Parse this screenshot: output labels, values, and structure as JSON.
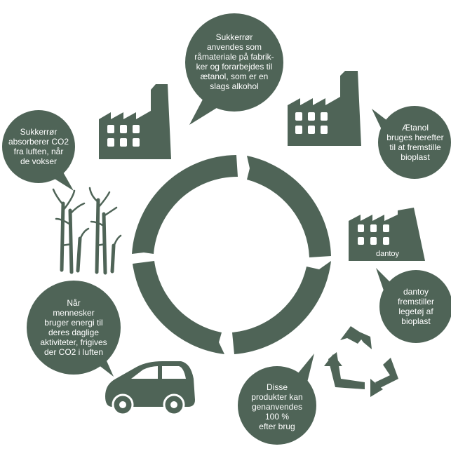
{
  "colors": {
    "primary": "#4f6457",
    "background": "#ffffff"
  },
  "steps": [
    {
      "id": "absorb",
      "lines": [
        "Sukkerrør",
        "absorberer CO2",
        "fra luften, når",
        "de vokser"
      ],
      "icon": "sugarcane-icon"
    },
    {
      "id": "raw-material",
      "lines": [
        "Sukkerrør",
        "anvendes som",
        "råmateriale på fabrik-",
        "ker og forarbejdes til",
        "ætanol, som er en",
        "slags alkohol"
      ],
      "icon": "factory-icon"
    },
    {
      "id": "bioplastic",
      "lines": [
        "Ætanol",
        "bruges herefter",
        "til at fremstille",
        "bioplast"
      ],
      "icon": "factory-icon"
    },
    {
      "id": "toys",
      "lines": [
        "dantoy",
        "fremstiller",
        "legetøj af",
        "bioplast"
      ],
      "icon": "dantoy-factory-icon"
    },
    {
      "id": "recycle",
      "lines": [
        "Disse",
        "produkter kan",
        "genanvendes",
        "100 %",
        "efter brug"
      ],
      "icon": "recycle-icon"
    },
    {
      "id": "energy",
      "lines": [
        "Når",
        "mennesker",
        "bruger energi til",
        "deres daglige",
        "aktiviteter, frigives",
        "der CO2 i luften"
      ],
      "icon": "car-icon"
    }
  ],
  "factory_logo": "dantoy"
}
